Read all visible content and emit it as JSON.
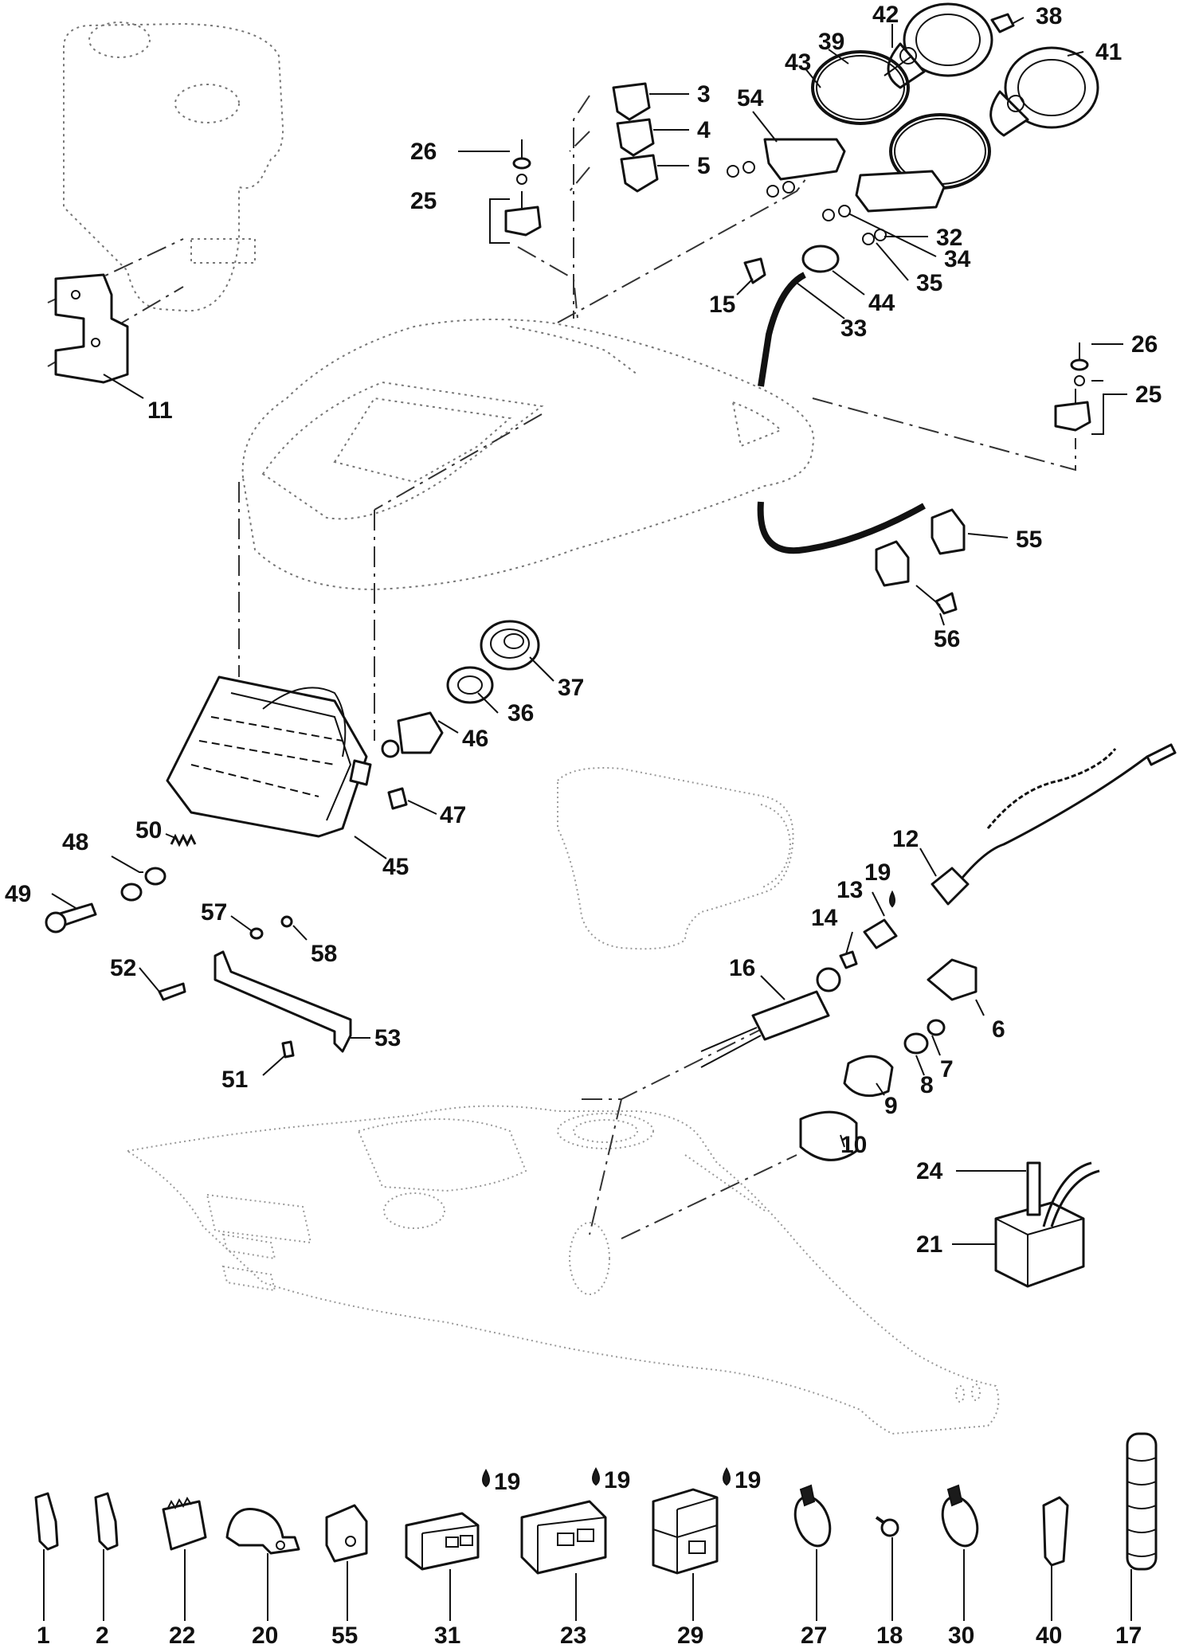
{
  "labels": [
    {
      "id": "42",
      "text": "42"
    },
    {
      "id": "38",
      "text": "38"
    },
    {
      "id": "39",
      "text": "39"
    },
    {
      "id": "43",
      "text": "43"
    },
    {
      "id": "41",
      "text": "41"
    },
    {
      "id": "3",
      "text": "3"
    },
    {
      "id": "54",
      "text": "54"
    },
    {
      "id": "4",
      "text": "4"
    },
    {
      "id": "26a",
      "text": "26"
    },
    {
      "id": "5",
      "text": "5"
    },
    {
      "id": "25a",
      "text": "25"
    },
    {
      "id": "32",
      "text": "32"
    },
    {
      "id": "34",
      "text": "34"
    },
    {
      "id": "35",
      "text": "35"
    },
    {
      "id": "15",
      "text": "15"
    },
    {
      "id": "44",
      "text": "44"
    },
    {
      "id": "33",
      "text": "33"
    },
    {
      "id": "26b",
      "text": "26"
    },
    {
      "id": "25b",
      "text": "25"
    },
    {
      "id": "11",
      "text": "11"
    },
    {
      "id": "55a",
      "text": "55"
    },
    {
      "id": "56",
      "text": "56"
    },
    {
      "id": "37",
      "text": "37"
    },
    {
      "id": "36",
      "text": "36"
    },
    {
      "id": "46",
      "text": "46"
    },
    {
      "id": "47",
      "text": "47"
    },
    {
      "id": "48",
      "text": "48"
    },
    {
      "id": "50",
      "text": "50"
    },
    {
      "id": "45",
      "text": "45"
    },
    {
      "id": "12",
      "text": "12"
    },
    {
      "id": "19a",
      "text": "19"
    },
    {
      "id": "13",
      "text": "13"
    },
    {
      "id": "14",
      "text": "14"
    },
    {
      "id": "49",
      "text": "49"
    },
    {
      "id": "57",
      "text": "57"
    },
    {
      "id": "58",
      "text": "58"
    },
    {
      "id": "16",
      "text": "16"
    },
    {
      "id": "6",
      "text": "6"
    },
    {
      "id": "52",
      "text": "52"
    },
    {
      "id": "53",
      "text": "53"
    },
    {
      "id": "7",
      "text": "7"
    },
    {
      "id": "8",
      "text": "8"
    },
    {
      "id": "51",
      "text": "51"
    },
    {
      "id": "9",
      "text": "9"
    },
    {
      "id": "10",
      "text": "10"
    },
    {
      "id": "24",
      "text": "24"
    },
    {
      "id": "21",
      "text": "21"
    },
    {
      "id": "19b",
      "text": "19"
    },
    {
      "id": "19c",
      "text": "19"
    },
    {
      "id": "19d",
      "text": "19"
    },
    {
      "id": "1",
      "text": "1"
    },
    {
      "id": "2",
      "text": "2"
    },
    {
      "id": "22",
      "text": "22"
    },
    {
      "id": "20",
      "text": "20"
    },
    {
      "id": "55b",
      "text": "55"
    },
    {
      "id": "31",
      "text": "31"
    },
    {
      "id": "23",
      "text": "23"
    },
    {
      "id": "29",
      "text": "29"
    },
    {
      "id": "27",
      "text": "27"
    },
    {
      "id": "18",
      "text": "18"
    },
    {
      "id": "30",
      "text": "30"
    },
    {
      "id": "40",
      "text": "40"
    },
    {
      "id": "17",
      "text": "17"
    }
  ]
}
